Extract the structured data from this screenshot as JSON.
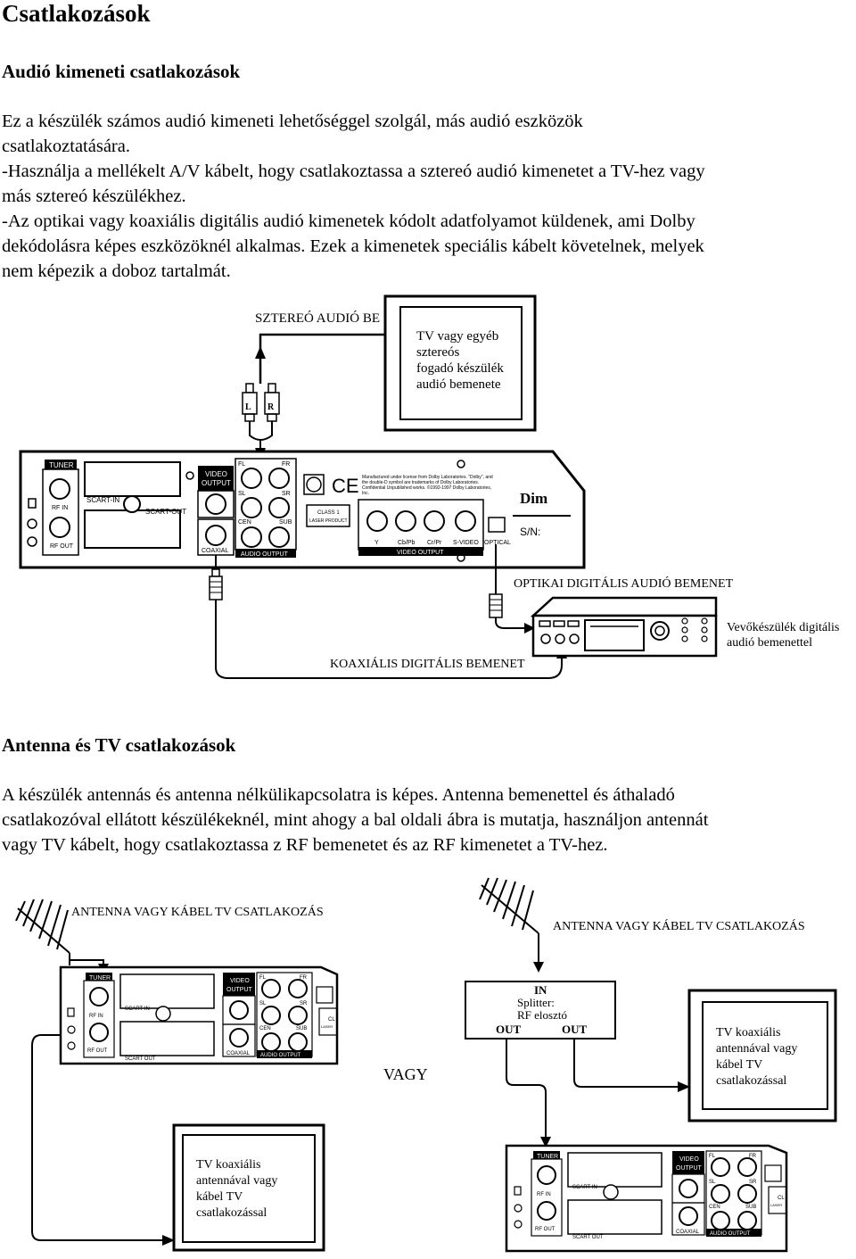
{
  "title": "Csatlakozások",
  "section1": {
    "heading": "Audió kimeneti csatlakozások",
    "lines": [
      "Ez a készülék számos audió kimeneti lehetőséggel szolgál, más audió eszközök",
      "csatlakoztatására.",
      "-Használja a mellékelt A/V kábelt, hogy csatlakoztassa a sztereó audió kimenetet a TV-hez vagy",
      "más sztereó készülékhez.",
      "-Az optikai vagy koaxiális digitális audió kimenetek kódolt adatfolyamot küldenek, ami Dolby",
      "dekódolásra képes eszközöknél alkalmas. Ezek a kimenetek speciális kábelt követelnek, melyek",
      "nem képezik a doboz tartalmát."
    ]
  },
  "figure1": {
    "stereo_in_label": "SZTEREÓ AUDIÓ BE",
    "tv_box_lines": [
      "TV vagy egyéb",
      "sztereós",
      "fogadó készülék",
      "audió bemenete"
    ],
    "plug_l": "L",
    "plug_r": "R",
    "optical_label": "OPTIKAI DIGITÁLIS AUDIÓ BEMENET",
    "coaxial_label": "KOAXIÁLIS DIGITÁLIS BEMENET",
    "receiver_lines": [
      "Vevőkészülék digitális",
      "audió bemenettel"
    ],
    "panel": {
      "tuner": "TUNER",
      "rf_in": "RF IN",
      "rf_out": "RF OUT",
      "scart_in": "SCART-IN",
      "scart_out": "SCART-OUT",
      "video_output": [
        "VIDEO",
        "OUTPUT"
      ],
      "coaxial": "COAXIAL",
      "fl": "FL",
      "fr": "FR",
      "sl": "SL",
      "sr": "SR",
      "cen": "CEN",
      "sub": "SUB",
      "audio_output": "AUDIO OUTPUT",
      "class1": [
        "CLASS 1",
        "LASER PRODUCT"
      ],
      "dolby_text": [
        "Manufactured under license from Dolby Laboratories. \"Dolby\", and",
        "the double-D symbol are trademarks of Dolby Laboratories.",
        "Confidential Unpublished works. ©1992-1997 Dolby Laboratories,",
        "Inc."
      ],
      "y": "Y",
      "cbpb": "Cb/Pb",
      "crpr": "Cr/Pr",
      "svideo": "S-VIDEO",
      "optical": "OPTICAL",
      "video_output_bar": "VIDEO OUTPUT",
      "brand": "Dim",
      "sn": "S/N:",
      "ce": "CE"
    }
  },
  "section2": {
    "heading": "Antenna és TV csatlakozások",
    "lines": [
      "A készülék antennás és antenna nélkülikapcsolatra is képes. Antenna bemenettel és áthaladó",
      "csatlakozóval ellátott készülékeknél, mint ahogy a bal oldali ábra is mutatja, használjon antennát",
      "vagy TV kábelt, hogy csatlakoztassa z RF bemenetet és az RF kimenetet a TV-hez."
    ]
  },
  "figure2": {
    "antenna_label_left": "ANTENNA VAGY KÁBEL TV CSATLAKOZÁS",
    "antenna_label_right": "ANTENNA VAGY KÁBEL TV CSATLAKOZÁS",
    "vagy": "VAGY",
    "splitter": {
      "in": "IN",
      "line1": "Splitter:",
      "line2": "RF elosztó",
      "out1": "OUT",
      "out2": "OUT"
    },
    "tv_left_lines": [
      "TV koaxiális",
      "antennával vagy",
      "kábel TV",
      "csatlakozással"
    ],
    "tv_right_lines": [
      "TV koaxiális",
      "antennával vagy",
      "kábel TV",
      "csatlakozással"
    ],
    "small_panel": {
      "tuner": "TUNER",
      "rf_in": "RF IN",
      "rf_out": "RF OUT",
      "scart_in": "SCART IN",
      "scart_out": "SCART OUT",
      "video_output": [
        "VIDEO",
        "OUTPUT"
      ],
      "coaxial": "COAXIAL",
      "fl": "FL",
      "fr": "FR",
      "sl": "SL",
      "sr": "SR",
      "cen": "CEN",
      "sub": "SUB",
      "audio_output": "AUDIO OUTPUT",
      "cl": "CL",
      "laser": "LASER"
    }
  }
}
